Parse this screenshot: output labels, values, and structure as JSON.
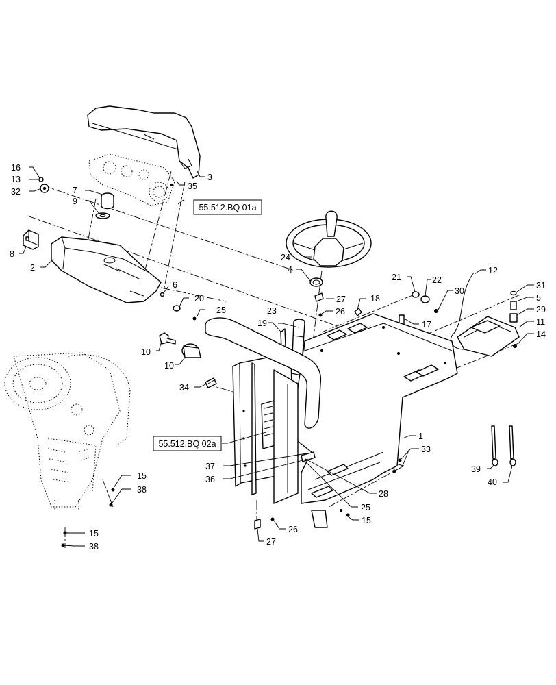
{
  "references": {
    "upper": "55.512.BQ 01a",
    "lower": "55.512.BQ 02a"
  },
  "callouts": {
    "c1": "1",
    "c2": "2",
    "c3": "3",
    "c4": "4",
    "c5": "5",
    "c6": "6",
    "c7": "7",
    "c8": "8",
    "c9": "9",
    "c10a": "10",
    "c10b": "10",
    "c11": "11",
    "c12": "12",
    "c13": "13",
    "c14": "14",
    "c15a": "15",
    "c15b": "15",
    "c15c": "15",
    "c16": "16",
    "c17": "17",
    "c18": "18",
    "c19": "19",
    "c20": "20",
    "c21": "21",
    "c22": "22",
    "c23": "23",
    "c24": "24",
    "c25a": "25",
    "c25b": "25",
    "c26a": "26",
    "c26b": "26",
    "c27a": "27",
    "c27b": "27",
    "c28": "28",
    "c29": "29",
    "c30": "30",
    "c31": "31",
    "c32": "32",
    "c33": "33",
    "c34": "34",
    "c35": "35",
    "c36": "36",
    "c37": "37",
    "c38a": "38",
    "c38b": "38",
    "c39": "39",
    "c40": "40"
  }
}
